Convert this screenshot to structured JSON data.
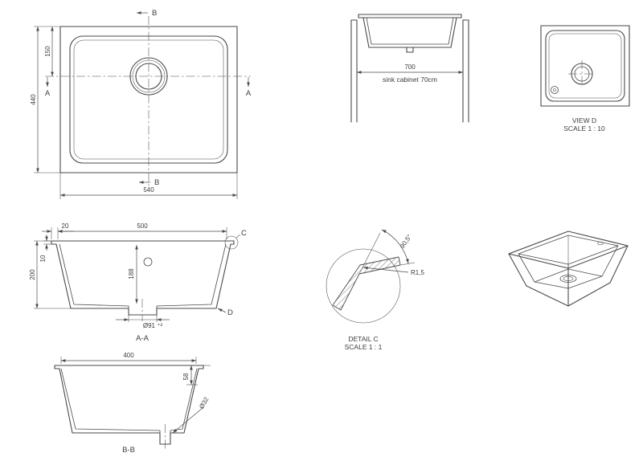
{
  "colors": {
    "line": "#4a4a4a",
    "text": "#3d3d3d",
    "background": "#ffffff"
  },
  "drawing": {
    "plan": {
      "dim_height": "440",
      "dim_drain_offset": "150",
      "dim_width": "540",
      "section_a": "A",
      "section_b": "B"
    },
    "cabinet": {
      "dim_width": "700",
      "label": "sink cabinet 70cm"
    },
    "view_d": {
      "title": "VIEW D",
      "scale": "SCALE 1 : 10"
    },
    "section_aa": {
      "title": "A-A",
      "dim_rim": "20",
      "dim_opening": "500",
      "dim_rim_thickness": "10",
      "dim_height": "200",
      "dim_depth": "188",
      "dim_drain": "Ø91 ⁺²",
      "detail_c_label": "C",
      "detail_d_label": "D"
    },
    "detail_c": {
      "title": "DETAIL C",
      "scale": "SCALE 1 : 1",
      "dim_angle": "90,5°",
      "dim_radius": "R1,5"
    },
    "section_bb": {
      "title": "B-B",
      "dim_opening": "400",
      "dim_offset": "58",
      "dim_drain": "Ø32"
    }
  }
}
